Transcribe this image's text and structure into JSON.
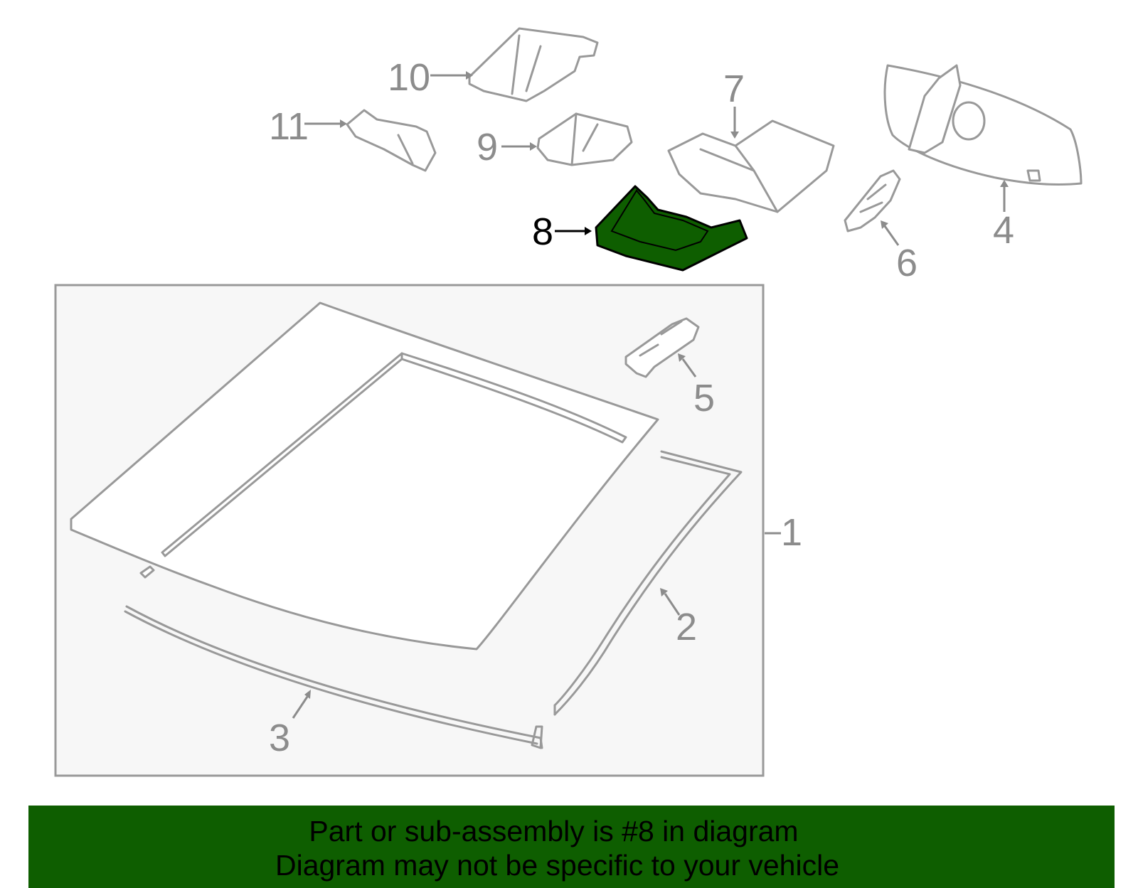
{
  "colors": {
    "highlight_fill": "#0e5e00",
    "part_stroke": "#999999",
    "callout_text": "#8c8c8c",
    "assembly_box_fill": "#f7f7f7",
    "banner_background": "#0e5e00"
  },
  "callouts": {
    "c1": "1",
    "c2": "2",
    "c3": "3",
    "c4": "4",
    "c5": "5",
    "c6": "6",
    "c7": "7",
    "c8": "8",
    "c9": "9",
    "c10": "10",
    "c11": "11"
  },
  "highlighted_part": "8",
  "banner": {
    "line1": "Part or sub-assembly is #8 in diagram",
    "line2": "Diagram may not be specific to your vehicle"
  }
}
